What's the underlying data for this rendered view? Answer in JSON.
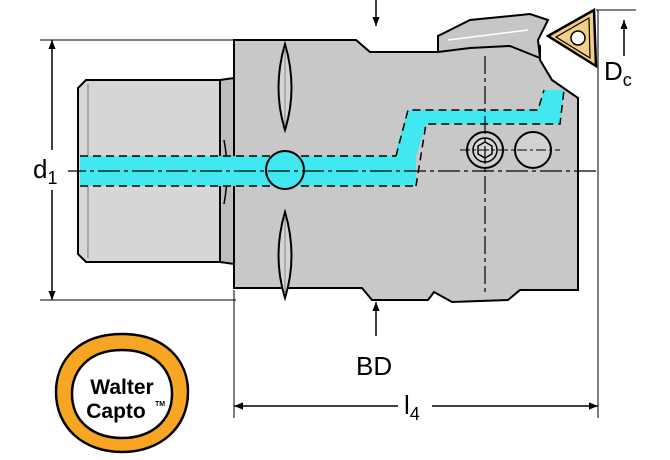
{
  "labels": {
    "d1_main": "d",
    "d1_sub": "1",
    "dc_main": "D",
    "dc_sub": "c",
    "bd": "BD",
    "l4_main": "l",
    "l4_sub": "4"
  },
  "logo": {
    "line1": "Walter",
    "line2": "Capto",
    "tm": "TM"
  },
  "colors": {
    "body_fill": "#c8c8c8",
    "shank_fill": "#d6d6d6",
    "coolant": "#41e8f0",
    "outline": "#000000",
    "insert_fill": "#f2cf86",
    "logo_ring": "#f6a623"
  }
}
